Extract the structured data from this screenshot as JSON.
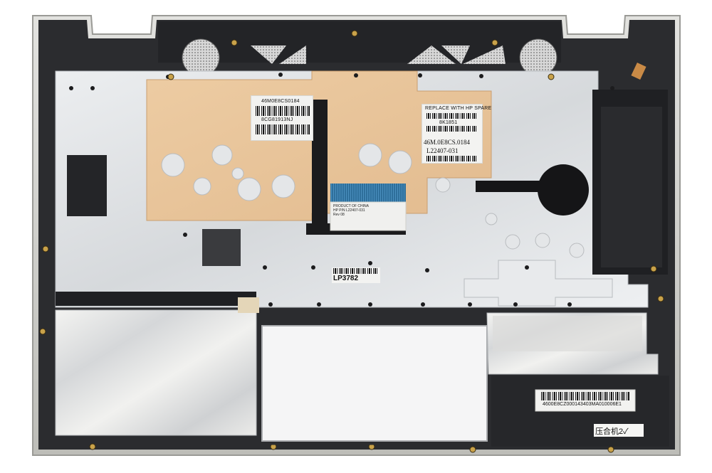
{
  "labels": {
    "copper_label_1": {
      "line1": "46M0E8CS0184",
      "line2": "8CG81913NJ"
    },
    "copper_label_2": {
      "line1": "REPLACE WITH HP SPARE",
      "line2": "8K1851",
      "line3": "46M.0E8CS.0184",
      "line4": "L22407-031"
    },
    "cable_label": {
      "line1": "PRODUCT OF CHINA",
      "line2": "HP P/N L22407-031",
      "line3": "Rev 08"
    },
    "lp_label": {
      "text": "LP3782"
    },
    "bottom_label": {
      "text": "4600E8CZ000143403MA010006E1"
    },
    "handwritten": {
      "text": "压合机2✓"
    }
  },
  "colors": {
    "frame_gray": "#d2d2cf",
    "plastic_dark": "#2b2c2f",
    "copper_foil": "#e7c49b",
    "aluminum": "#d9dbde",
    "flex_blue": "#2e6f9b",
    "label_white": "#f4f4f2"
  }
}
